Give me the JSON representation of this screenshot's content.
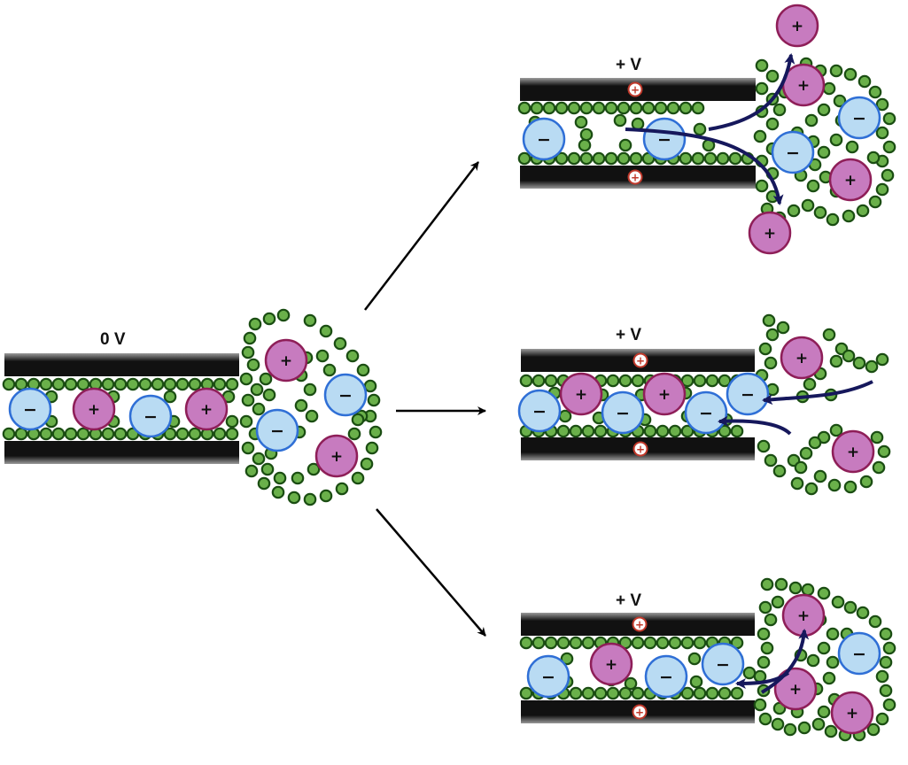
{
  "panels": {
    "initial": {
      "voltage": "0 V"
    },
    "top": {
      "voltage": "+ V"
    },
    "middle": {
      "voltage": "+ V"
    },
    "bottom": {
      "voltage": "+ V"
    }
  },
  "symbols": {
    "cation": "+",
    "anion": "−",
    "electrode_charge": "+"
  },
  "colors": {
    "electrode": "#111111",
    "cation_fill": "#c77bbf",
    "cation_stroke": "#8e1e58",
    "anion_fill": "#b9dbf3",
    "anion_stroke": "#2f6fd6",
    "solvent_fill": "#6ab04a",
    "solvent_stroke": "#1a4d12",
    "flow_arrow": "#16185c",
    "transition_arrow": "#000000",
    "charge_marker_stroke": "#c0392b"
  },
  "icons": {
    "cation": "plus-ion-icon",
    "anion": "minus-ion-icon",
    "solvent": "solvent-molecule-icon",
    "electrode_charge": "positive-charge-icon"
  }
}
